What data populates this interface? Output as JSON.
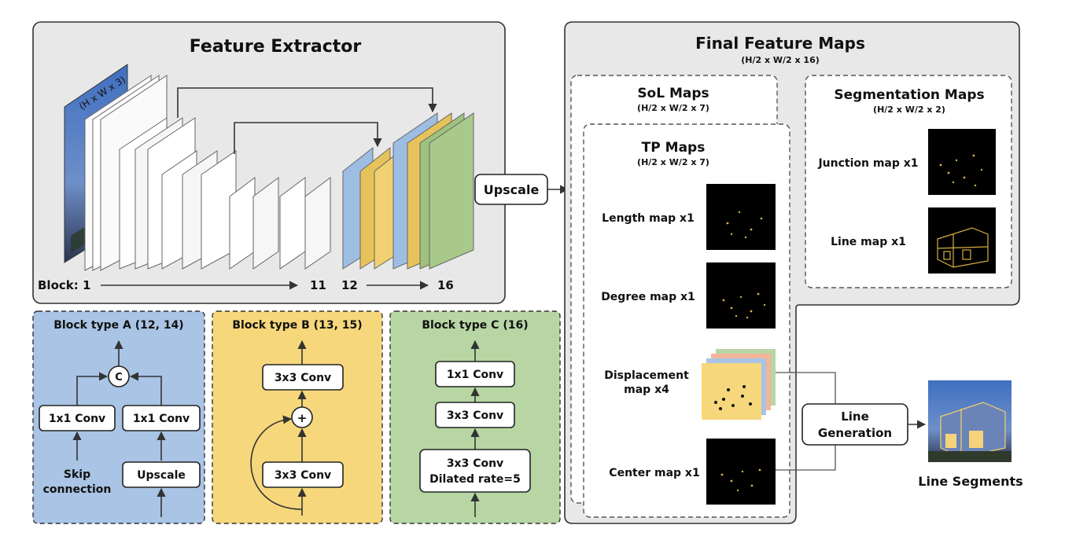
{
  "feature_extractor": {
    "title": "Feature Extractor",
    "input_label": "(H x W x 3)",
    "block_axis": {
      "label": "Block: 1",
      "mid": "11",
      "mid2": "12",
      "end": "16"
    }
  },
  "upscale_label": "Upscale",
  "final_maps": {
    "title": "Final Feature Maps",
    "dims": "(H/2 x W/2 x 16)"
  },
  "sol_maps": {
    "title": "SoL Maps",
    "dims": "(H/2 x W/2 x 7)"
  },
  "tp_maps": {
    "title": "TP Maps",
    "dims": "(H/2 x W/2 x 7)",
    "length": "Length map x1",
    "degree": "Degree map x1",
    "displacement_line1": "Displacement",
    "displacement_line2": "map x4",
    "center": "Center map x1"
  },
  "seg_maps": {
    "title": "Segmentation Maps",
    "dims": "(H/2 x W/2 x 2)",
    "junction": "Junction map x1",
    "line": "Line map x1"
  },
  "line_generation": {
    "line1": "Line",
    "line2": "Generation"
  },
  "line_segments": "Line Segments",
  "block_a": {
    "title": "Block type A (12, 14)",
    "concat": "C",
    "conv_left": "1x1 Conv",
    "conv_right": "1x1 Conv",
    "upscale": "Upscale",
    "skip_line1": "Skip",
    "skip_line2": "connection"
  },
  "block_b": {
    "title": "Block type B (13, 15)",
    "conv_top": "3x3 Conv",
    "plus": "+",
    "conv_bottom": "3x3 Conv"
  },
  "block_c": {
    "title": "Block type C (16)",
    "conv1": "1x1 Conv",
    "conv2": "3x3 Conv",
    "conv3_line1": "3x3 Conv",
    "conv3_line2": "Dilated rate=5"
  },
  "colors": {
    "panel_grey": "#e8e8e8",
    "block_a_bg": "#a9c4e4",
    "block_b_bg": "#f7d77b",
    "block_c_bg": "#b7d6a4",
    "layer_blue": "#9dbde3",
    "layer_yellow": "#e6c35a",
    "layer_green": "#9fc27f"
  }
}
